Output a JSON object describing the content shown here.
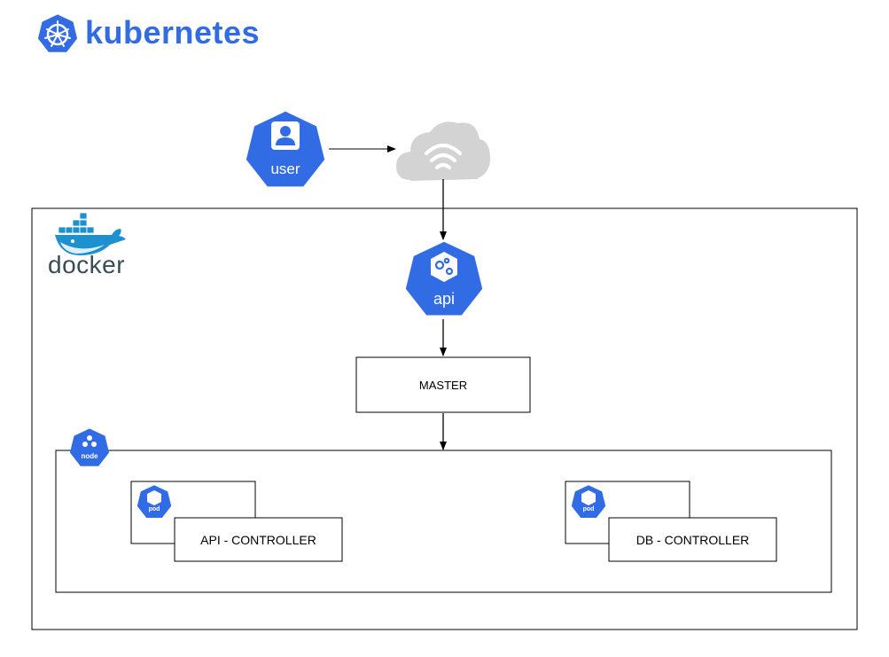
{
  "header": {
    "logo_text": "kubernetes",
    "logo_color": "#326CE5"
  },
  "colors": {
    "k8s_blue": "#326CE5",
    "docker_blue": "#1D91D0",
    "docker_text": "#394D54",
    "cloud_gray": "#D3D3D3",
    "stroke": "#000000"
  },
  "nodes": {
    "user": {
      "label": "user",
      "icon": "user-icon"
    },
    "cloud": {
      "icon": "cloud-wifi-icon"
    },
    "docker": {
      "label": "docker",
      "icon": "docker-whale-icon"
    },
    "api": {
      "label": "api",
      "icon": "gears-icon"
    },
    "master": {
      "label": "MASTER"
    },
    "node": {
      "label": "node",
      "icon": "node-icon"
    },
    "pod_api": {
      "badge": "pod",
      "label": "API - CONTROLLER"
    },
    "pod_db": {
      "badge": "pod",
      "label": "DB - CONTROLLER"
    }
  }
}
